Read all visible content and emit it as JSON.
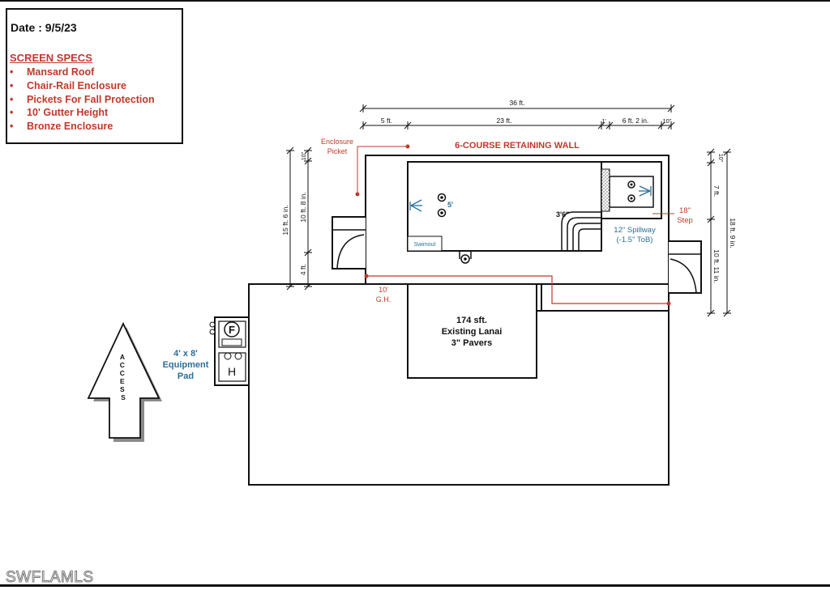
{
  "date_label": "Date : 9/5/23",
  "specs": {
    "title": "SCREEN SPECS",
    "items": [
      "Mansard Roof",
      "Chair-Rail Enclosure",
      "Pickets For Fall Protection",
      "10' Gutter Height",
      "Bronze Enclosure"
    ]
  },
  "dimensions": {
    "top_total": "36 ft.",
    "top_seg1": "5 ft.",
    "top_seg2": "23 ft.",
    "top_seg3": "1'",
    "top_seg4": "6 ft. 2 in.",
    "top_seg5": "10\"",
    "left_outer": "15 ft. 6 in.",
    "left_top": "10\"",
    "left_middle": "10 ft. 8 in.",
    "left_bottom": "4 ft.",
    "right_top": "10\"",
    "right_upper": "7 ft.",
    "right_lower": "10 ft. 11 in.",
    "right_total": "18 ft. 9 in."
  },
  "labels": {
    "retaining_wall": "6-COURSE RETAINING WALL",
    "enclosure_picket_line1": "Enclosure",
    "enclosure_picket_line2": "Picket",
    "pool_depth": "5'",
    "bench": "3'6\"",
    "swimout": "Swimout",
    "spillway_line1": "12\" Spillway",
    "spillway_line2": "(-1.5\" ToB)",
    "step_line1": "18\"",
    "step_line2": "Step",
    "gutter_line1": "10'",
    "gutter_line2": "G.H.",
    "lanai_line1": "174 sft.",
    "lanai_line2": "Existing Lanai",
    "lanai_line3": "3\" Pavers",
    "equipment_line1": "4' x 8'",
    "equipment_line2": "Equipment",
    "equipment_line3": "Pad",
    "equip_f": "F",
    "equip_h": "H",
    "access": "ACCESS"
  },
  "watermark": "SWFLAMLS",
  "colors": {
    "accent_red": "#c0392b",
    "accent_blue": "#2a6f97",
    "line": "#111111"
  }
}
